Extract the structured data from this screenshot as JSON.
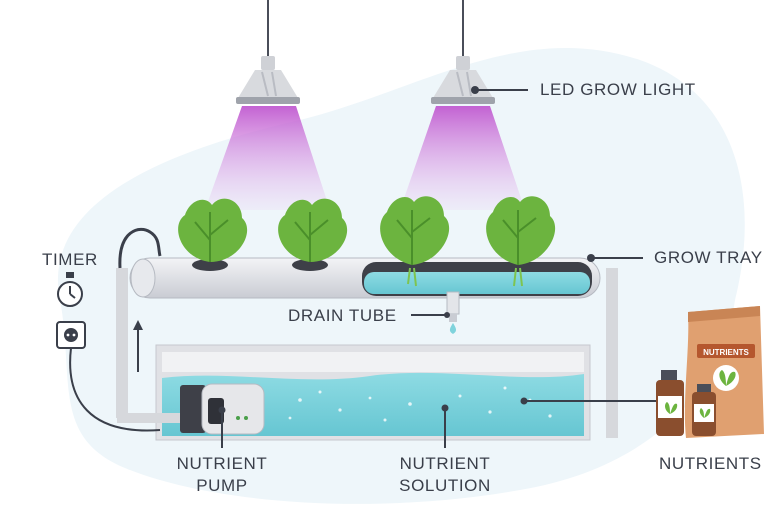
{
  "labels": {
    "led_grow_light": "LED GROW LIGHT",
    "grow_tray": "GROW TRAY",
    "timer": "TIMER",
    "drain_tube": "DRAIN TUBE",
    "nutrient_pump_line1": "NUTRIENT",
    "nutrient_pump_line2": "PUMP",
    "nutrient_solution_line1": "NUTRIENT",
    "nutrient_solution_line2": "SOLUTION",
    "nutrients": "NUTRIENTS",
    "bag_text": "NUTRIENTS"
  },
  "colors": {
    "background_blob": "#eef6fa",
    "water": "#7fd3dc",
    "water_dark": "#5cc0cc",
    "pipe": "#dcdee3",
    "tank_frame": "#d9d9dd",
    "leaf": "#6cb43f",
    "leaf_dark": "#4a8f2a",
    "light_beam": "#c86bd6",
    "label_text": "#3a3f4a",
    "bag": "#e0a070",
    "bottle": "#8a4e2e"
  },
  "icons": [
    "lamp-icon",
    "stopwatch-icon",
    "power-socket-icon",
    "pump-icon",
    "nutrient-bag-icon",
    "nutrient-bottle-icon",
    "lettuce-icon",
    "water-drop-icon",
    "arrow-up-icon"
  ]
}
